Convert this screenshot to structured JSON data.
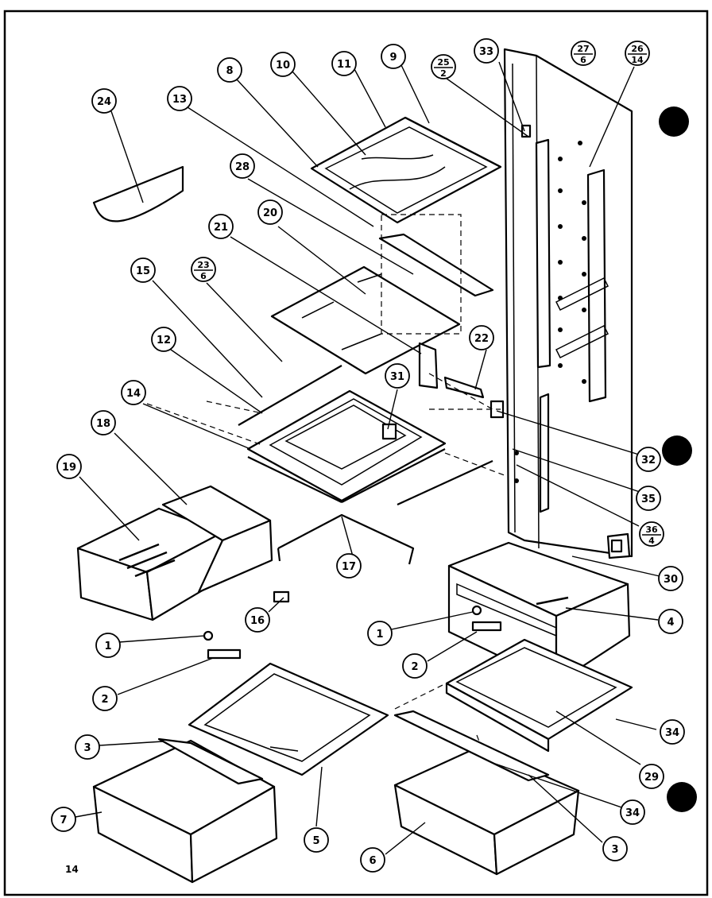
{
  "page_number": "14",
  "callouts": [
    {
      "label": "1"
    },
    {
      "label": "1"
    },
    {
      "label": "2"
    },
    {
      "label": "2"
    },
    {
      "label": "3"
    },
    {
      "label": "3"
    },
    {
      "label": "4"
    },
    {
      "label": "5"
    },
    {
      "label": "6"
    },
    {
      "label": "7"
    },
    {
      "label": "8"
    },
    {
      "label": "9"
    },
    {
      "label": "10"
    },
    {
      "label": "11"
    },
    {
      "label": "12"
    },
    {
      "label": "13"
    },
    {
      "label": "14"
    },
    {
      "label": "15"
    },
    {
      "label": "16"
    },
    {
      "label": "17"
    },
    {
      "label": "18"
    },
    {
      "label": "19"
    },
    {
      "label": "20"
    },
    {
      "label": "21"
    },
    {
      "label": "22"
    },
    {
      "label": "24"
    },
    {
      "label": "28"
    },
    {
      "label": "29"
    },
    {
      "label": "30"
    },
    {
      "label": "31"
    },
    {
      "label": "32"
    },
    {
      "label": "33"
    },
    {
      "label": "34"
    },
    {
      "label": "34"
    },
    {
      "label": "35"
    }
  ],
  "fraction_callouts": [
    {
      "top": "25",
      "bottom": "2"
    },
    {
      "top": "27",
      "bottom": "6"
    },
    {
      "top": "26",
      "bottom": "14"
    },
    {
      "top": "23",
      "bottom": "6"
    },
    {
      "top": "36",
      "bottom": "4"
    }
  ]
}
